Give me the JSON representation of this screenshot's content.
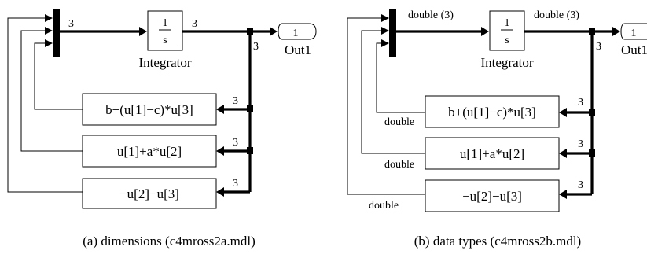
{
  "panel_a": {
    "mux_out_dim": "3",
    "integrator_out_dim": "3",
    "junction_dim": "3",
    "fcn_in_dims": [
      "3",
      "3",
      "3"
    ],
    "caption": "(a) dimensions (c4mross2a.mdl)"
  },
  "panel_b": {
    "mux_out_type": "double (3)",
    "integrator_out_type": "double (3)",
    "junction_dim": "3",
    "fcn_in_dims": [
      "3",
      "3",
      "3"
    ],
    "fcn_out_types": [
      "double",
      "double",
      "double"
    ],
    "caption": "(b) data types (c4mross2b.mdl)"
  },
  "blocks": {
    "integrator_num": "1",
    "integrator_den": "s",
    "integrator_label": "Integrator",
    "outport_num": "1",
    "outport_label": "Out1",
    "fcn_exprs": [
      "b+(u[1]−c)*u[3]",
      "u[1]+a*u[2]",
      "−u[2]−u[3]"
    ]
  }
}
